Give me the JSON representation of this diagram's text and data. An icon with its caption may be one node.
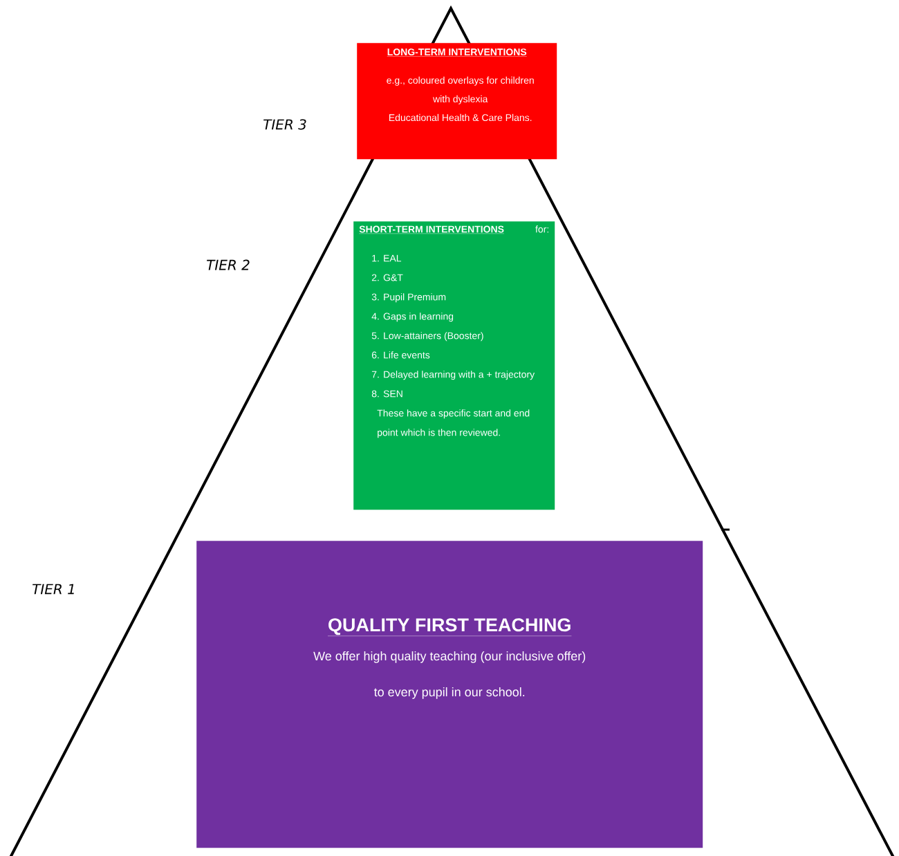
{
  "diagram": {
    "nodes": [
      {
        "text": [
          "LONG-TERM INTERVENTIONS",
          "e.g., coloured overlays for children with dyslexia",
          "Educational Health & Care Plans."
        ]
      },
      {
        "text": [
          "SHORT-TERM INTERVENTIONS",
          "for:",
          "1. EAL",
          "2. G&T",
          "3. Pupil Premium",
          "4. Gaps in learning",
          "5. Low-attainers (Booster)",
          "6. Life events",
          "7. Delayed learning with a + trajectory",
          "8. SEN",
          "These have a specific start and end point which is then reviewed."
        ]
      },
      {
        "text": [
          "QUALITY FIRST TEACHING",
          "We offer high quality teaching (our inclusive offer)",
          "to every pupil in our school."
        ]
      }
    ],
    "labels": [
      "TIER 3",
      "TIER 2",
      "TIER 1"
    ]
  }
}
